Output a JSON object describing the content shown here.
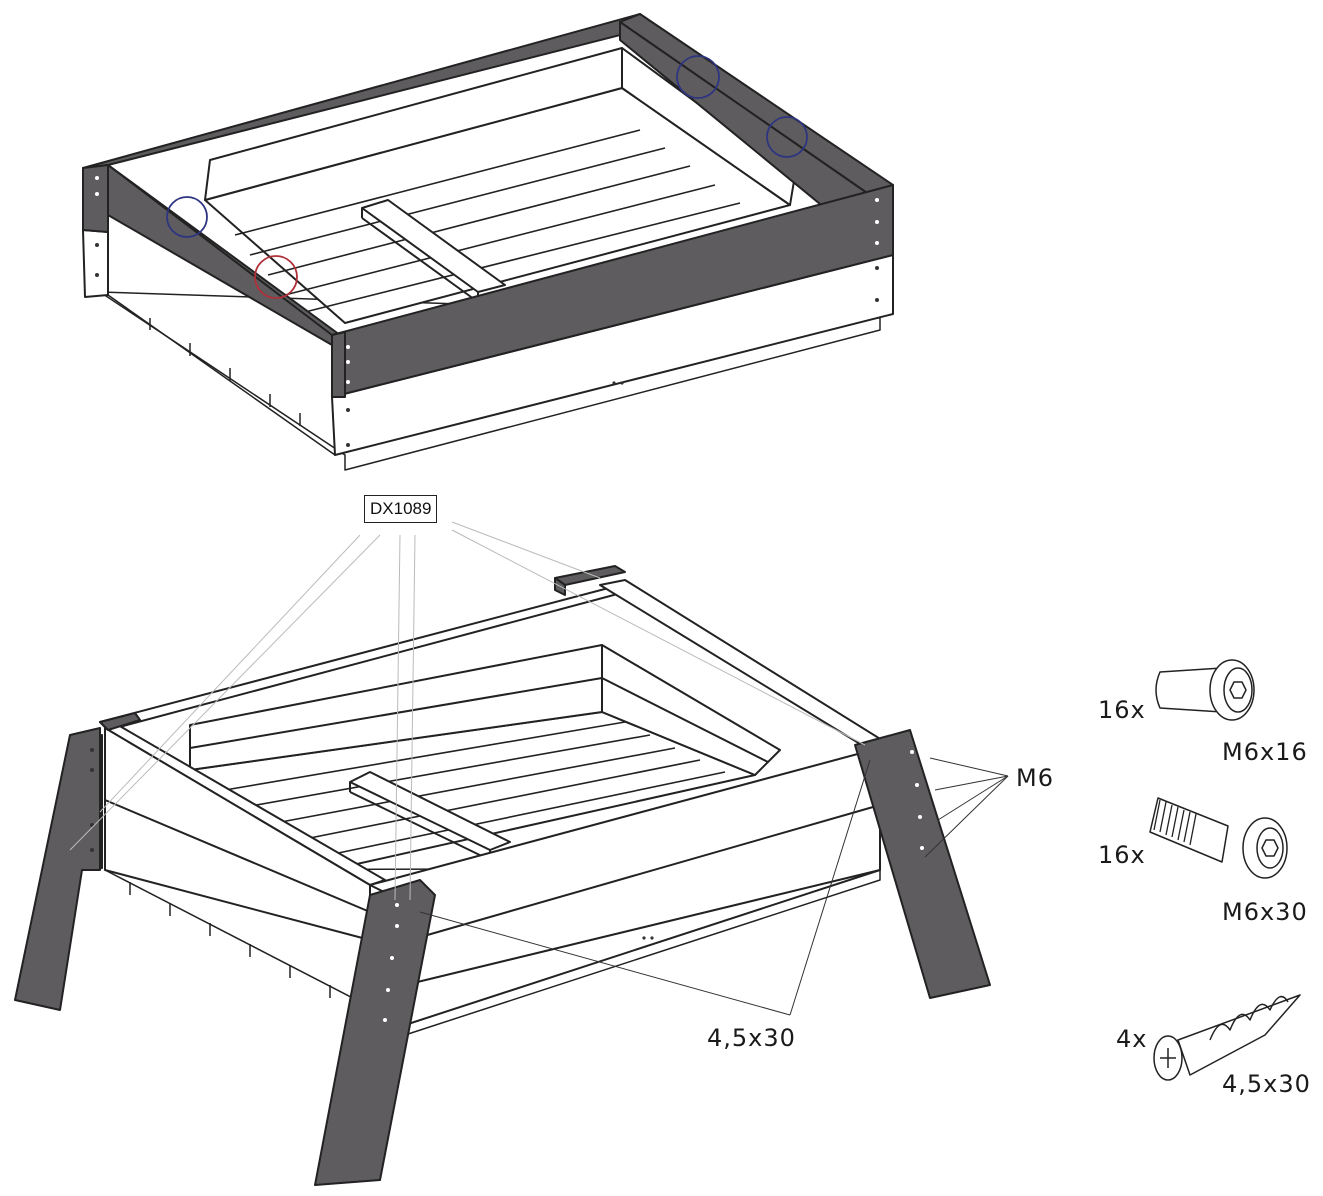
{
  "colors": {
    "panel_dark": "#5e5c5f",
    "panel_light": "#ffffff",
    "line": "#222222",
    "circle_blue": "#2d3580",
    "circle_red": "#b0303a"
  },
  "callouts": {
    "part_number": "DX1089",
    "bolt_type": "M6",
    "screw_size": "4,5x30"
  },
  "hardware": [
    {
      "qty": "16x",
      "size": "M6x16",
      "icon": "short-bolt-icon"
    },
    {
      "qty": "16x",
      "size": "M6x30",
      "icon": "threaded-bolt-icon"
    },
    {
      "qty": "4x",
      "size": "4,5x30",
      "icon": "wood-screw-icon"
    }
  ]
}
